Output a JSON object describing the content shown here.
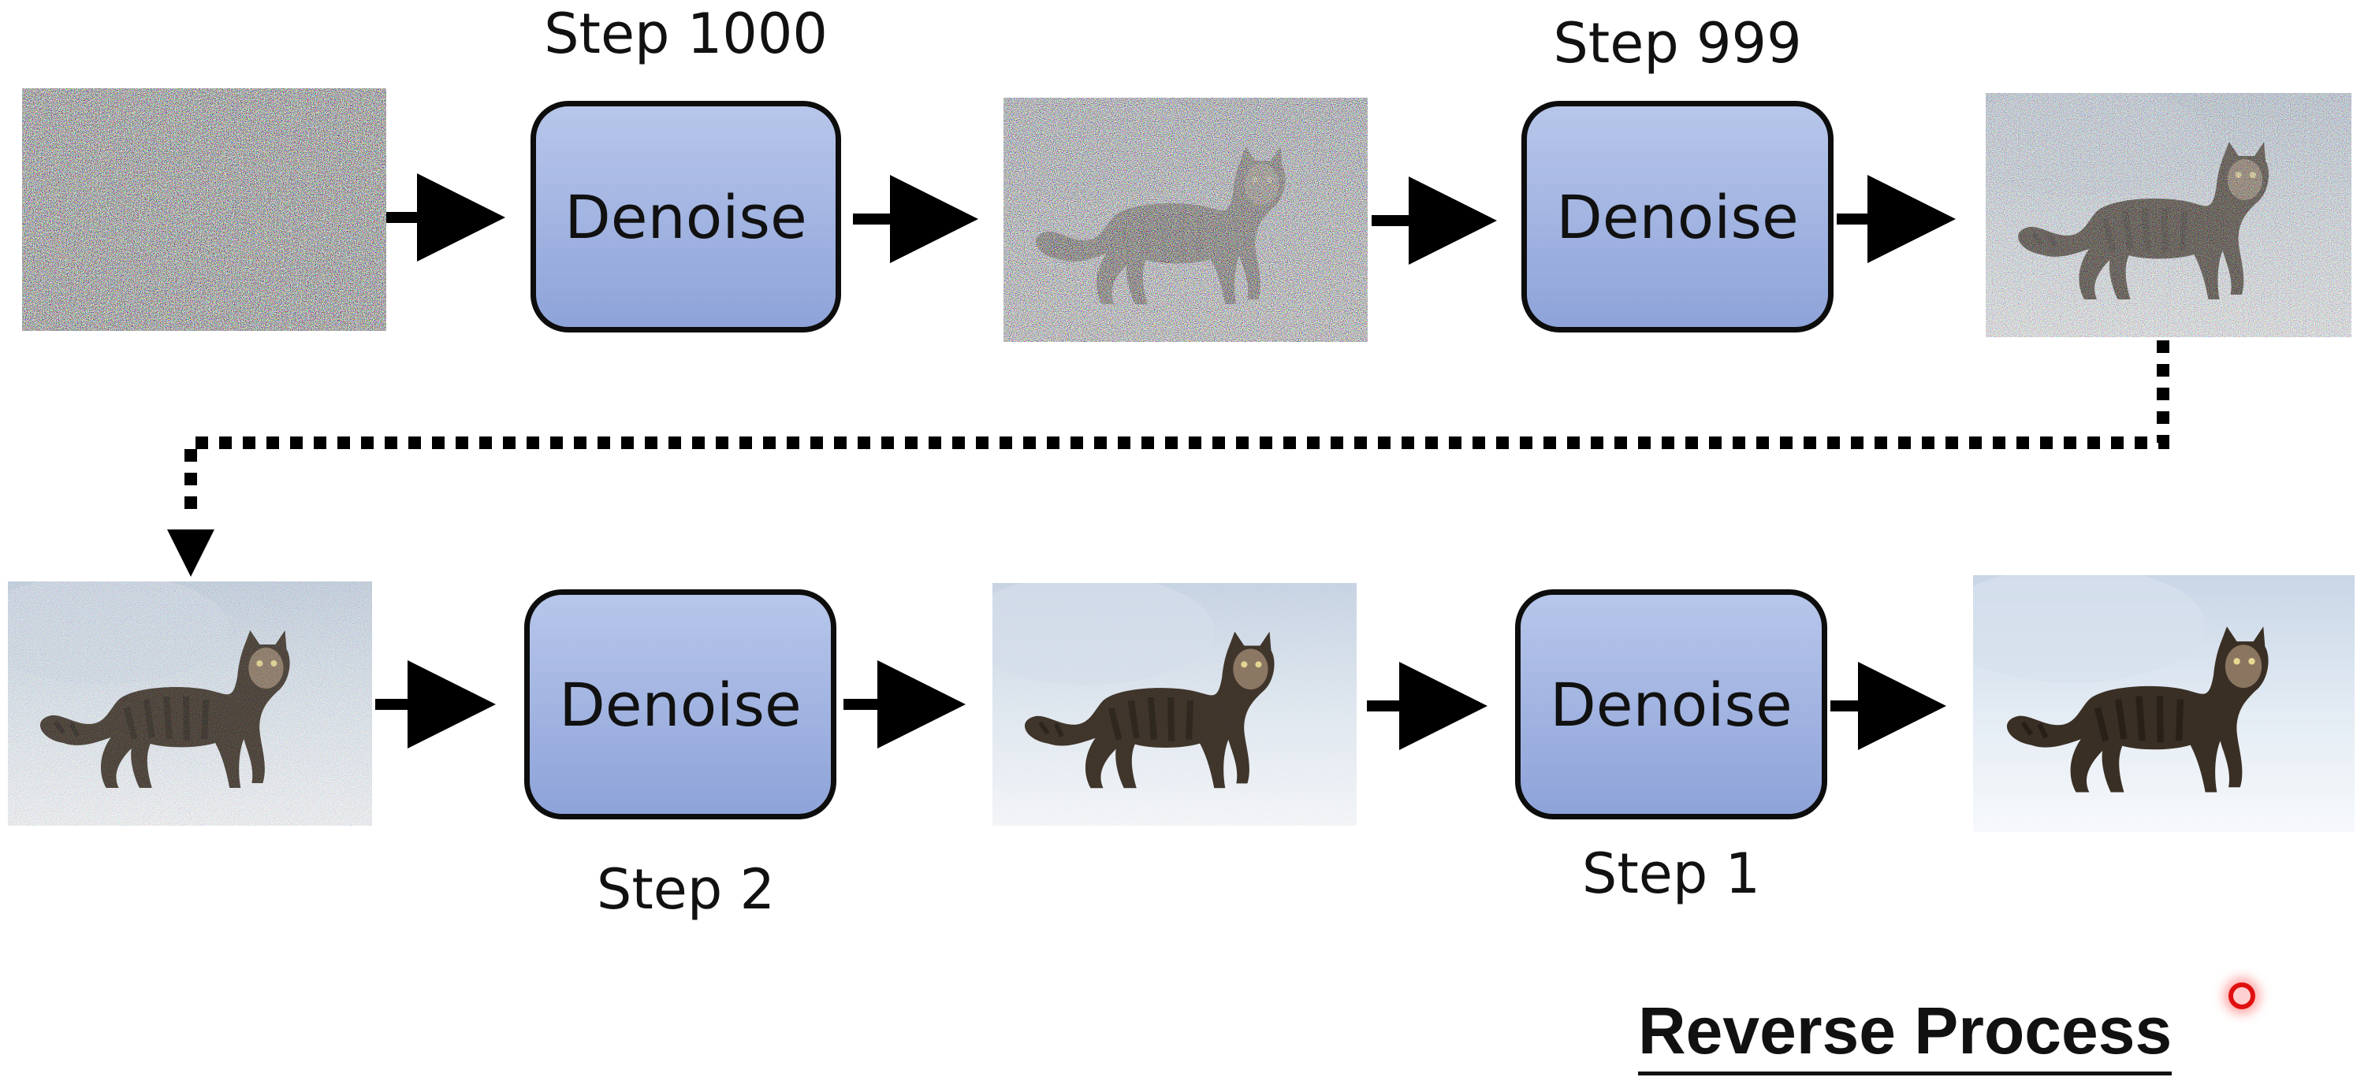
{
  "diagram": {
    "title": "Reverse Process",
    "box_label": "Denoise",
    "steps": {
      "step_1000": "Step 1000",
      "step_999": "Step 999",
      "step_2": "Step 2",
      "step_1": "Step 1"
    },
    "images": [
      {
        "name": "pure-noise-image",
        "noise": 1.0
      },
      {
        "name": "noisy-cat-step-999-image",
        "noise": 0.8
      },
      {
        "name": "noisy-cat-step-998-image",
        "noise": 0.45
      },
      {
        "name": "noisy-cat-step-2-image",
        "noise": 0.2
      },
      {
        "name": "cat-step-1-image",
        "noise": 0.05
      },
      {
        "name": "clean-cat-image",
        "noise": 0.0
      }
    ],
    "colors": {
      "box_fill_top": "#b7c6ea",
      "box_fill_bottom": "#8ea3d9",
      "box_border": "#0d0d0d",
      "arrow": "#000000",
      "pointer": "#e01010"
    }
  }
}
